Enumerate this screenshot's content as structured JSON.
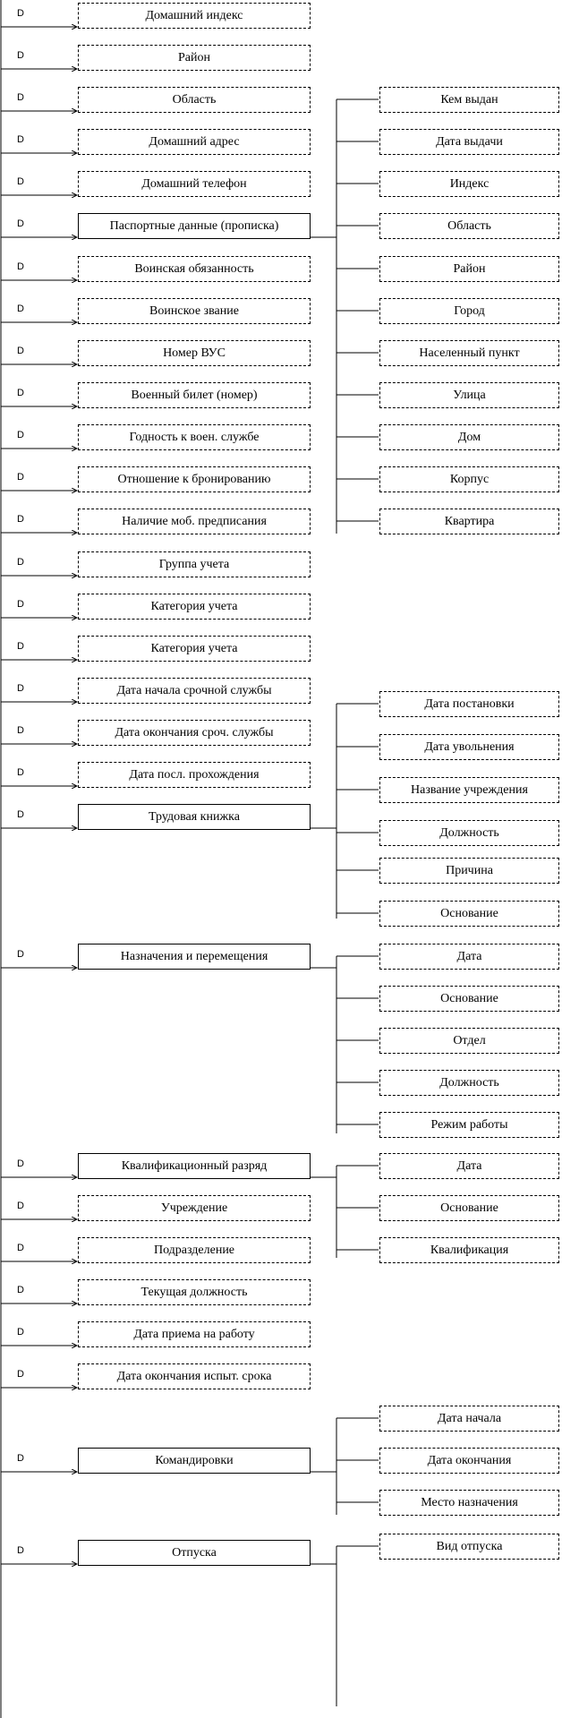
{
  "marker": "D",
  "main": [
    {
      "label": "Домашний индекс",
      "style": "dashed"
    },
    {
      "label": "Район",
      "style": "dashed"
    },
    {
      "label": "Область",
      "style": "dashed"
    },
    {
      "label": "Домашний адрес",
      "style": "dashed"
    },
    {
      "label": "Домашний телефон",
      "style": "dashed"
    },
    {
      "label": "Паспортные данные (прописка)",
      "style": "solid"
    },
    {
      "label": "Воинская обязанность",
      "style": "dashed"
    },
    {
      "label": "Воинское звание",
      "style": "dashed"
    },
    {
      "label": "Номер ВУС",
      "style": "dashed"
    },
    {
      "label": "Военный билет (номер)",
      "style": "dashed"
    },
    {
      "label": "Годность к воен. службе",
      "style": "dashed"
    },
    {
      "label": "Отношение к бронированию",
      "style": "dashed"
    },
    {
      "label": "Наличие моб. предписания",
      "style": "dashed"
    },
    {
      "label": "Группа учета",
      "style": "dashed"
    },
    {
      "label": "Категория учета",
      "style": "dashed"
    },
    {
      "label": "Категория учета",
      "style": "dashed"
    },
    {
      "label": "Дата начала срочной службы",
      "style": "dashed"
    },
    {
      "label": "Дата окончания сроч. службы",
      "style": "dashed"
    },
    {
      "label": "Дата посл. прохождения",
      "style": "dashed"
    },
    {
      "label": "Трудовая книжка",
      "style": "solid"
    },
    {
      "label": "Назначения и перемещения",
      "style": "solid"
    },
    {
      "label": "Квалификационный разряд",
      "style": "solid"
    },
    {
      "label": "Учреждение",
      "style": "dashed"
    },
    {
      "label": "Подразделение",
      "style": "dashed"
    },
    {
      "label": "Текущая должность",
      "style": "dashed"
    },
    {
      "label": "Дата приема на работу",
      "style": "dashed"
    },
    {
      "label": "Дата окончания испыт. срока",
      "style": "dashed"
    },
    {
      "label": "Командировки",
      "style": "solid"
    },
    {
      "label": "Отпуска",
      "style": "solid"
    }
  ],
  "groups": [
    {
      "parent": "Паспортные данные (прописка)",
      "children": [
        "Кем выдан",
        "Дата выдачи",
        "Индекс",
        "Область",
        "Район",
        "Город",
        "Населенный пункт",
        "Улица",
        "Дом",
        "Корпус",
        "Квартира"
      ]
    },
    {
      "parent": "Трудовая книжка",
      "children": [
        "Дата постановки",
        "Дата увольнения",
        "Название учреждения",
        "Должность",
        "Причина",
        "Основание"
      ]
    },
    {
      "parent": "Назначения и перемещения",
      "children": [
        "Дата",
        "Основание",
        "Отдел",
        "Должность",
        "Режим работы"
      ]
    },
    {
      "parent": "Квалификационный разряд",
      "children": [
        "Дата",
        "Основание",
        "Квалификация"
      ]
    },
    {
      "parent": "Командировки",
      "children": [
        "Дата начала",
        "Дата окончания",
        "Место назначения"
      ]
    },
    {
      "parent": "Отпуска",
      "children": [
        "Вид отпуска"
      ]
    }
  ]
}
